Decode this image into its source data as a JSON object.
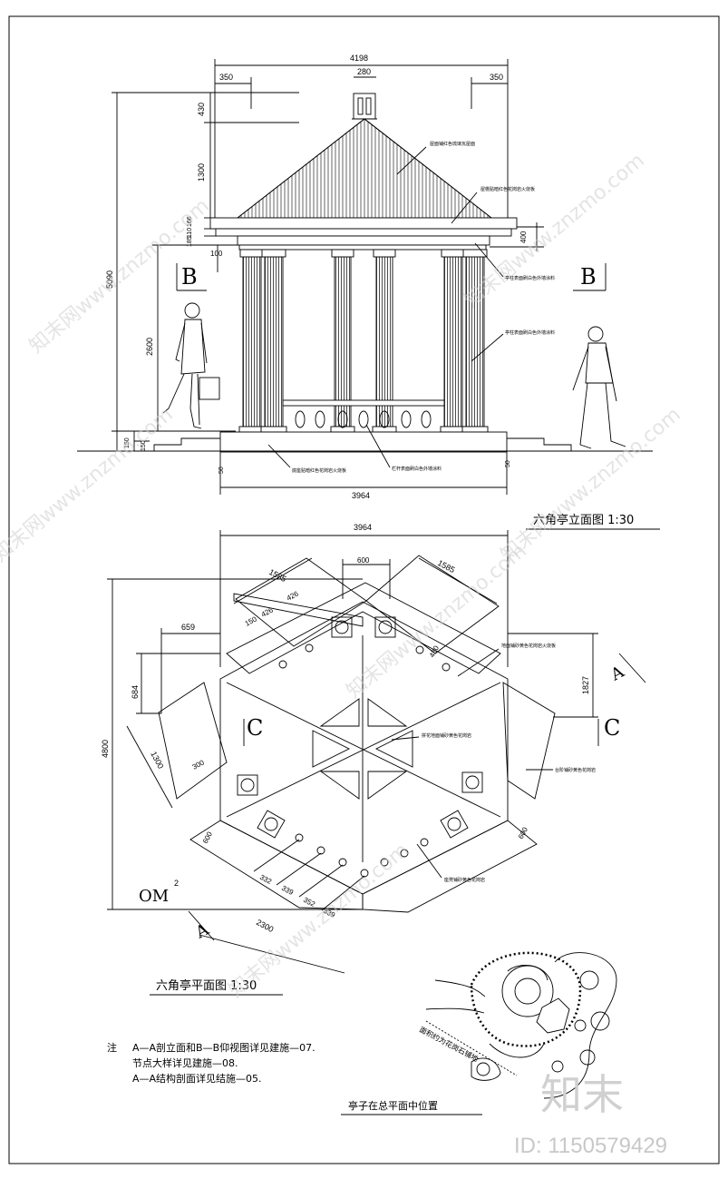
{
  "elevation": {
    "title": "六角亭立面图 1:30",
    "dims": {
      "total_width": "4198",
      "eave_left": "350",
      "finial": "280",
      "eave_right": "350",
      "finial_height": "430",
      "roof_height": "1300",
      "cornice_a": "166",
      "cornice_b": "110",
      "cornice_c": "185",
      "plinth_offset": "100",
      "total_height": "5090",
      "column_height": "2600",
      "step_a": "150",
      "step_b": "150",
      "right_band": "400",
      "base_left": "50",
      "base_right": "50",
      "base_width": "3964"
    },
    "labels": {
      "B_left": "B",
      "B_right": "B",
      "roof_note": "屋面铺红色琉璃瓦屋面",
      "eave_note": "屋檐贴暗红色花岗岩火烧板",
      "beam_note": "亭柱表面刷白色外墙涂料",
      "column_note": "亭柱表面刷白色外墙涂料",
      "base_note": "底座贴暗红色花岗岩火烧板",
      "rail_note": "栏杆表面刷白色外墙涂料"
    }
  },
  "plan": {
    "title": "六角亭平面图 1:30",
    "dims": {
      "top_width": "3964",
      "side_a": "1585",
      "side_b": "1585",
      "center_gap": "600",
      "spacing_a": "426",
      "spacing_b": "426",
      "spacing_c": "150",
      "spacing_d": "430",
      "left_a": "659",
      "left_b": "684",
      "total_height": "4800",
      "right_h": "1827",
      "step_len": "1300",
      "step_w": "300",
      "bottom_a": "600",
      "bottom_b": "600",
      "bottom_c": "2300",
      "col_a": "332",
      "col_b": "339",
      "col_c": "352",
      "col_d": "339"
    },
    "labels": {
      "A_top": "A",
      "A_bottom": "A",
      "C_left": "C",
      "C_right": "C",
      "om": "OM",
      "om_sup": "2",
      "floor_note": "地面铺砂黄色花岗岩火烧板",
      "center_note": "拼花地面铺砂黄色花岗岩",
      "step_note": "台阶铺砂黄色花岗岩",
      "seat_note": "座凳铺砂黄色花岗岩"
    }
  },
  "notes": {
    "prefix": "注",
    "line1": "A—A剖立面和B—B仰视图详见建施—07.",
    "line2": "节点大样详见建施—08.",
    "line3": "A—A结构剖面详见结施—05."
  },
  "site": {
    "caption": "亭子在总平面中位置",
    "path_label": "面积约为花岗石铺地"
  },
  "watermarks": {
    "text": "知末网www.znzmo.com",
    "brand": "知末",
    "id": "ID: 1150579429"
  }
}
